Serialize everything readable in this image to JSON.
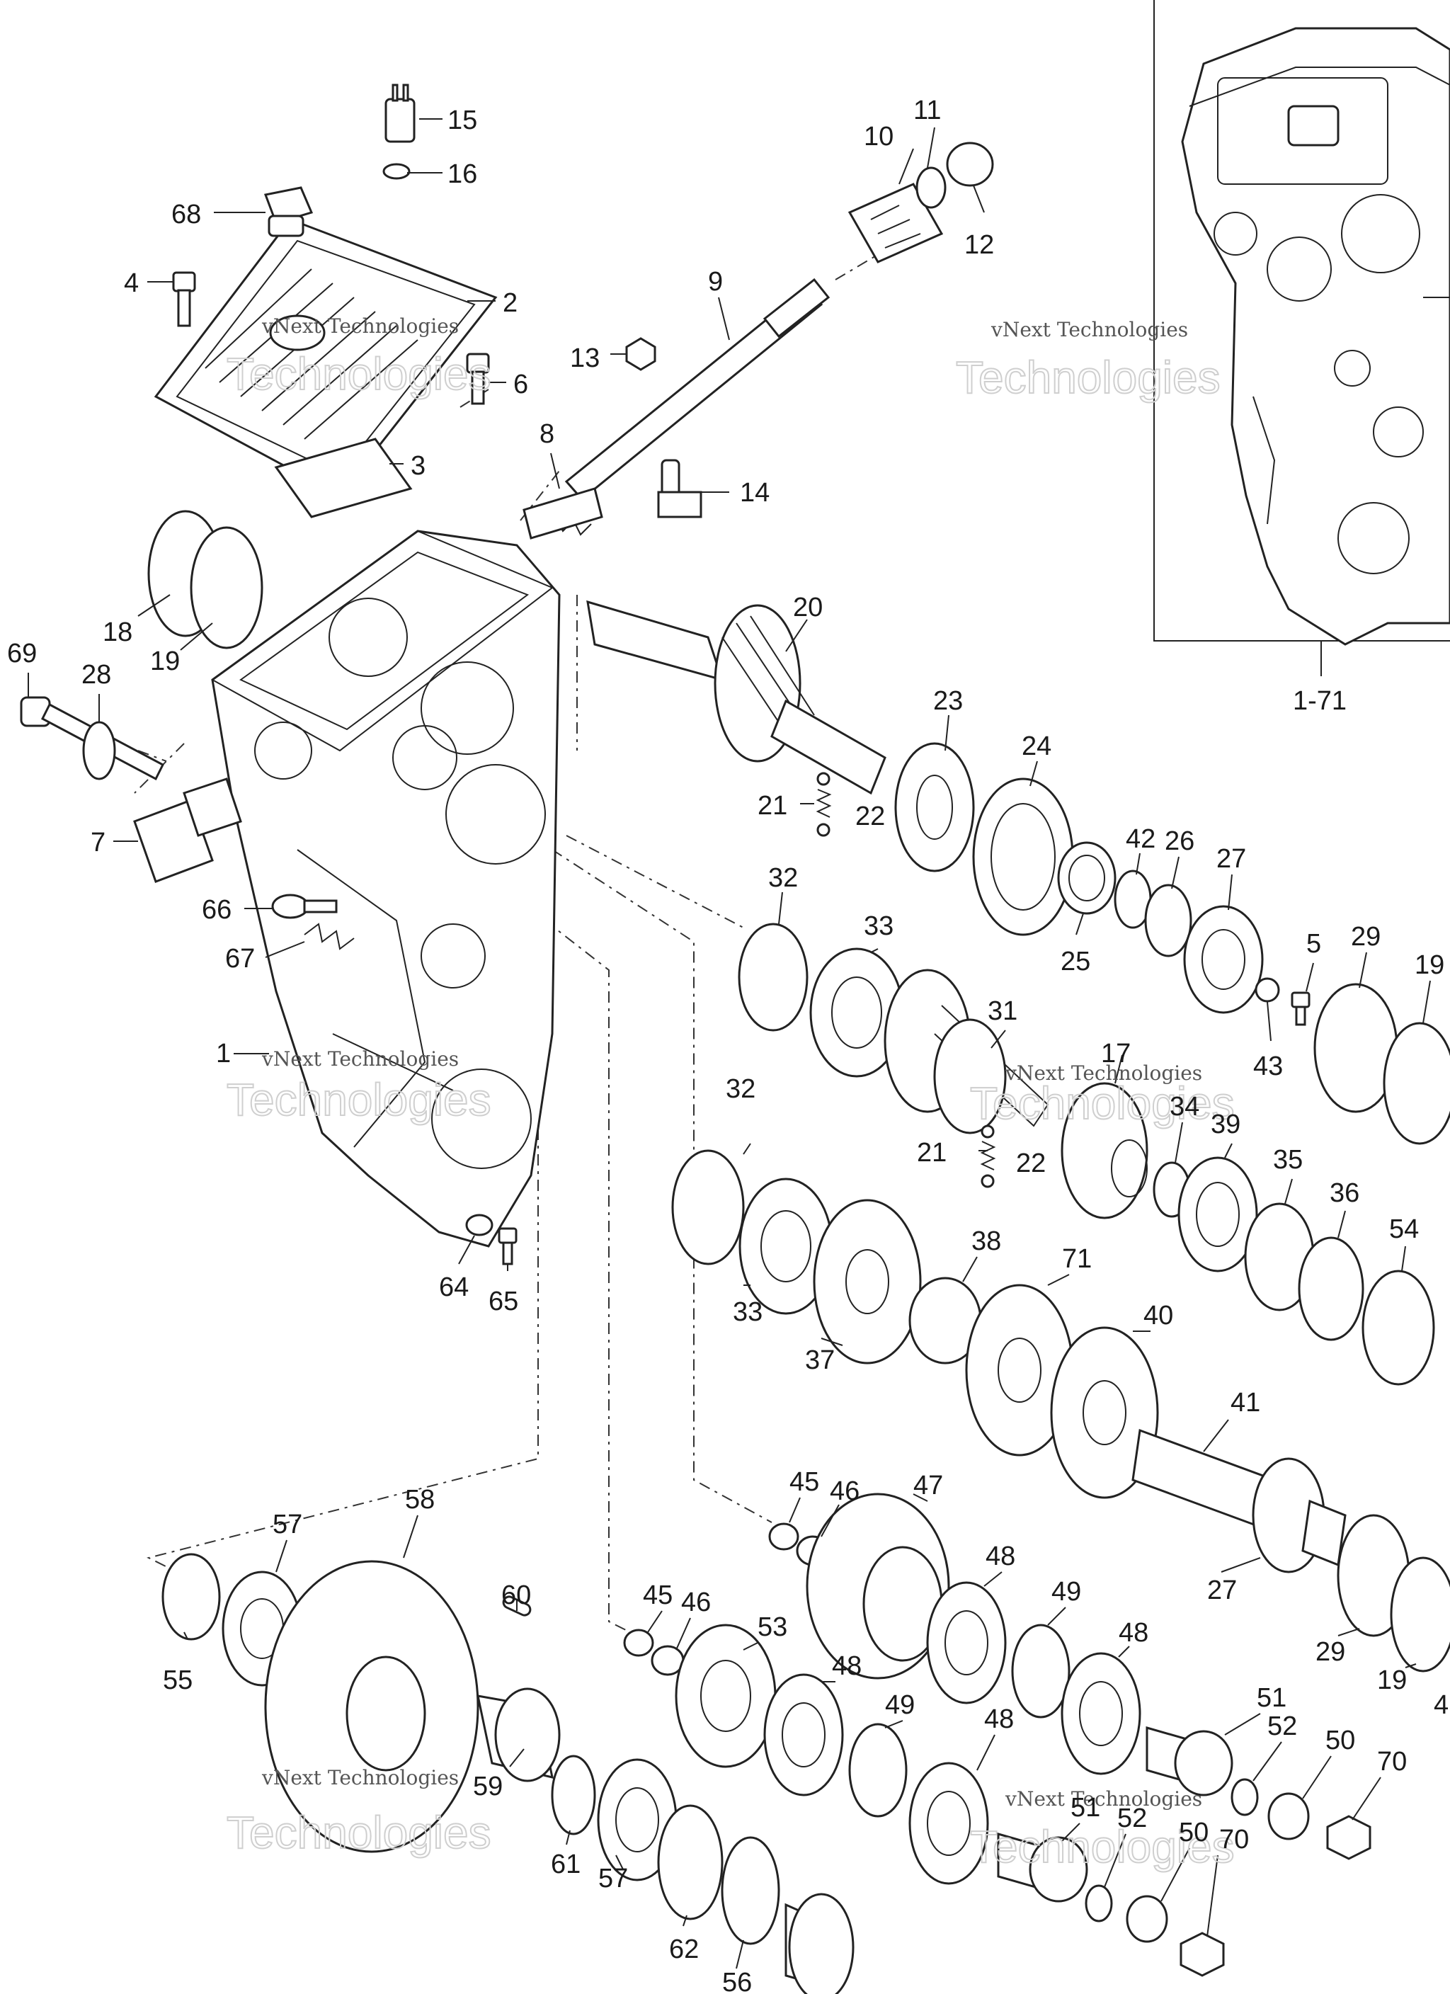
{
  "diagram": {
    "callouts": [
      {
        "id": "c15",
        "text": "15"
      },
      {
        "id": "c16",
        "text": "16"
      },
      {
        "id": "c68",
        "text": "68"
      },
      {
        "id": "c4",
        "text": "4"
      },
      {
        "id": "c2",
        "text": "2"
      },
      {
        "id": "c6",
        "text": "6"
      },
      {
        "id": "c3",
        "text": "3"
      },
      {
        "id": "c10",
        "text": "10"
      },
      {
        "id": "c11",
        "text": "11"
      },
      {
        "id": "c12",
        "text": "12"
      },
      {
        "id": "c9",
        "text": "9"
      },
      {
        "id": "c13",
        "text": "13"
      },
      {
        "id": "c8",
        "text": "8"
      },
      {
        "id": "c14",
        "text": "14"
      },
      {
        "id": "c18",
        "text": "18"
      },
      {
        "id": "c19a",
        "text": "19"
      },
      {
        "id": "c69",
        "text": "69"
      },
      {
        "id": "c28",
        "text": "28"
      },
      {
        "id": "c7",
        "text": "7"
      },
      {
        "id": "c66",
        "text": "66"
      },
      {
        "id": "c67",
        "text": "67"
      },
      {
        "id": "c1",
        "text": "1"
      },
      {
        "id": "c64",
        "text": "64"
      },
      {
        "id": "c65",
        "text": "65"
      },
      {
        "id": "c20",
        "text": "20"
      },
      {
        "id": "c23",
        "text": "23"
      },
      {
        "id": "c24",
        "text": "24"
      },
      {
        "id": "c21a",
        "text": "21"
      },
      {
        "id": "c22a",
        "text": "22"
      },
      {
        "id": "c42",
        "text": "42"
      },
      {
        "id": "c26",
        "text": "26"
      },
      {
        "id": "c27a",
        "text": "27"
      },
      {
        "id": "c25",
        "text": "25"
      },
      {
        "id": "c5",
        "text": "5"
      },
      {
        "id": "c29a",
        "text": "29"
      },
      {
        "id": "c19b",
        "text": "19"
      },
      {
        "id": "c43",
        "text": "43"
      },
      {
        "id": "c32a",
        "text": "32"
      },
      {
        "id": "c33a",
        "text": "33"
      },
      {
        "id": "c31",
        "text": "31"
      },
      {
        "id": "c17",
        "text": "17"
      },
      {
        "id": "c32b",
        "text": "32"
      },
      {
        "id": "c34",
        "text": "34"
      },
      {
        "id": "c39",
        "text": "39"
      },
      {
        "id": "c21b",
        "text": "21"
      },
      {
        "id": "c22b",
        "text": "22"
      },
      {
        "id": "c35",
        "text": "35"
      },
      {
        "id": "c36",
        "text": "36"
      },
      {
        "id": "c54",
        "text": "54"
      },
      {
        "id": "c33b",
        "text": "33"
      },
      {
        "id": "c38",
        "text": "38"
      },
      {
        "id": "c71",
        "text": "71"
      },
      {
        "id": "c37",
        "text": "37"
      },
      {
        "id": "c40",
        "text": "40"
      },
      {
        "id": "c41",
        "text": "41"
      },
      {
        "id": "c27b",
        "text": "27"
      },
      {
        "id": "c29b",
        "text": "29"
      },
      {
        "id": "c19c",
        "text": "19"
      },
      {
        "id": "c45a",
        "text": "45"
      },
      {
        "id": "c46a",
        "text": "46"
      },
      {
        "id": "c47",
        "text": "47"
      },
      {
        "id": "c48a",
        "text": "48"
      },
      {
        "id": "c49a",
        "text": "49"
      },
      {
        "id": "c48b",
        "text": "48"
      },
      {
        "id": "c51a",
        "text": "51"
      },
      {
        "id": "c52a",
        "text": "52"
      },
      {
        "id": "c50a",
        "text": "50"
      },
      {
        "id": "c70a",
        "text": "70"
      },
      {
        "id": "c57a",
        "text": "57"
      },
      {
        "id": "c58",
        "text": "58"
      },
      {
        "id": "c60",
        "text": "60"
      },
      {
        "id": "c55",
        "text": "55"
      },
      {
        "id": "c45b",
        "text": "45"
      },
      {
        "id": "c46b",
        "text": "46"
      },
      {
        "id": "c53",
        "text": "53"
      },
      {
        "id": "c48c",
        "text": "48"
      },
      {
        "id": "c49b",
        "text": "49"
      },
      {
        "id": "c48d",
        "text": "48"
      },
      {
        "id": "c51b",
        "text": "51"
      },
      {
        "id": "c52b",
        "text": "52"
      },
      {
        "id": "c50b",
        "text": "50"
      },
      {
        "id": "c70b",
        "text": "70"
      },
      {
        "id": "c59",
        "text": "59"
      },
      {
        "id": "c61",
        "text": "61"
      },
      {
        "id": "c57b",
        "text": "57"
      },
      {
        "id": "c62",
        "text": "62"
      },
      {
        "id": "c56",
        "text": "56"
      },
      {
        "id": "c4b",
        "text": "4"
      }
    ],
    "inset_label": "1-71",
    "watermark": {
      "line1": "vNext Technologies",
      "line2": "Technologies"
    }
  }
}
